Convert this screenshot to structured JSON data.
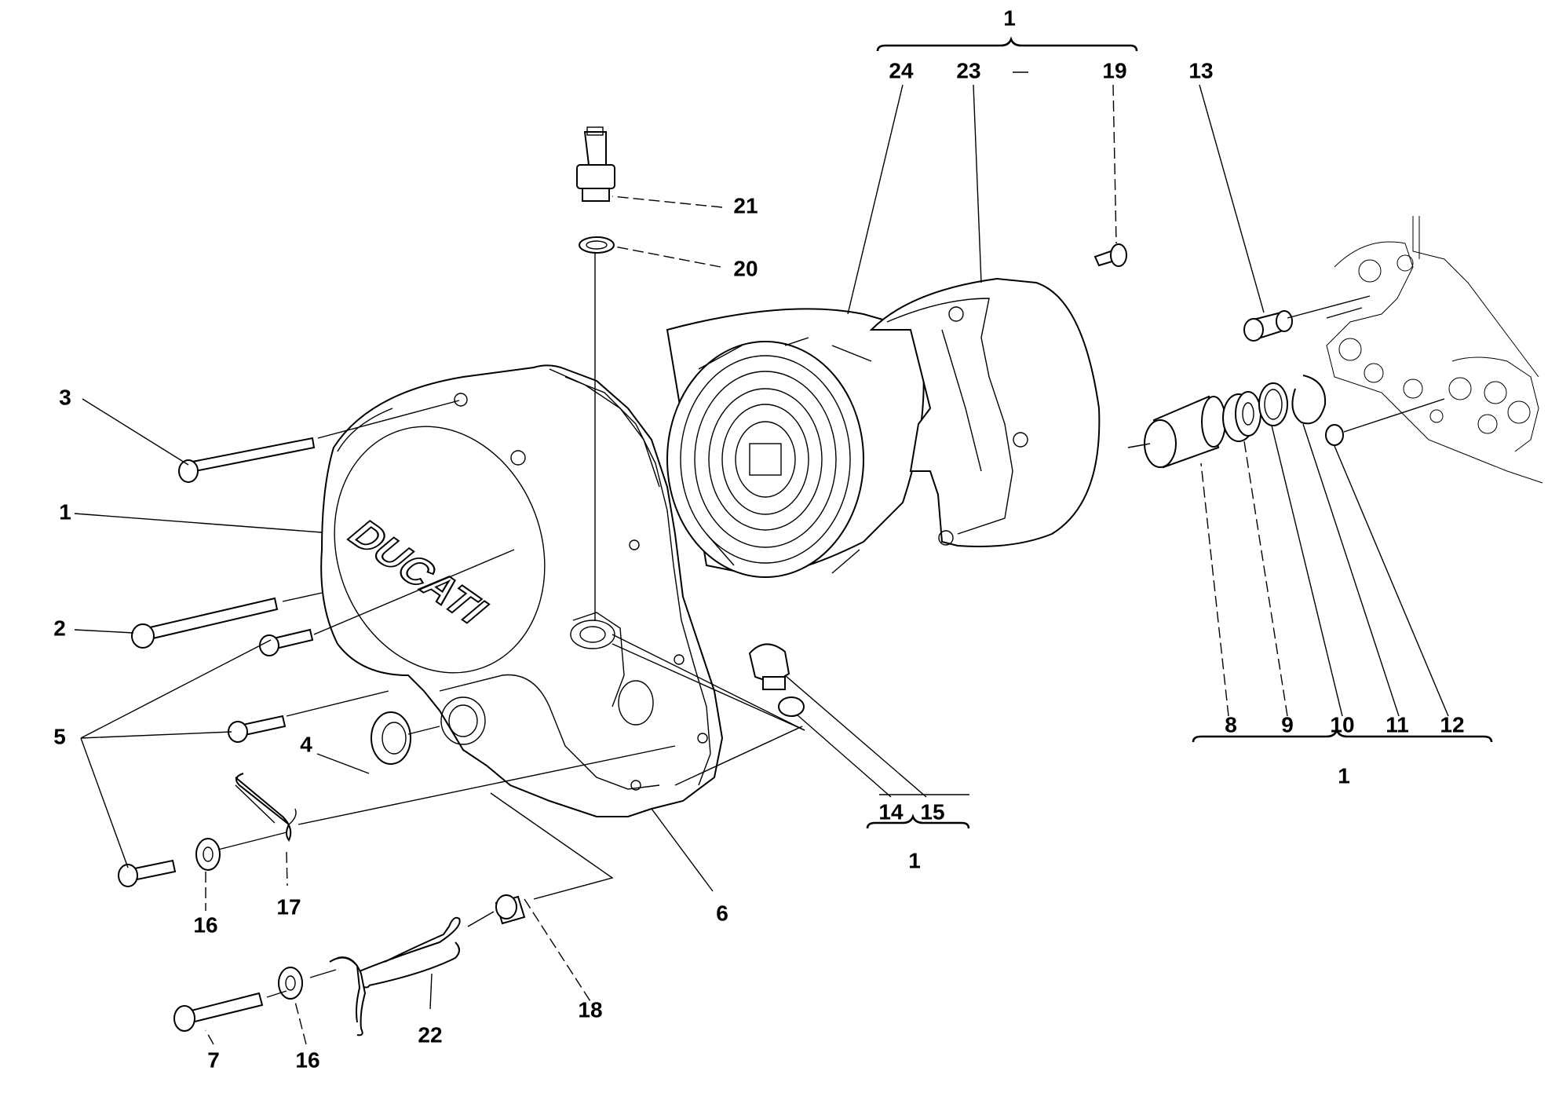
{
  "brand_logo": "DUCATI",
  "labels": {
    "l1_top": "1",
    "l24": "24",
    "l23": "23",
    "l19": "19",
    "l13": "13",
    "l21": "21",
    "l20": "20",
    "l3": "3",
    "l1_left": "1",
    "l2": "2",
    "l5": "5",
    "l4": "4",
    "l16a": "16",
    "l17": "17",
    "l6": "6",
    "l14": "14",
    "l15": "15",
    "l1_mid": "1",
    "l8": "8",
    "l9": "9",
    "l10": "10",
    "l11": "11",
    "l12": "12",
    "l1_right": "1",
    "l18": "18",
    "l22": "22",
    "l7": "7",
    "l16b": "16"
  },
  "colors": {
    "line": "#000000",
    "background": "#ffffff"
  }
}
